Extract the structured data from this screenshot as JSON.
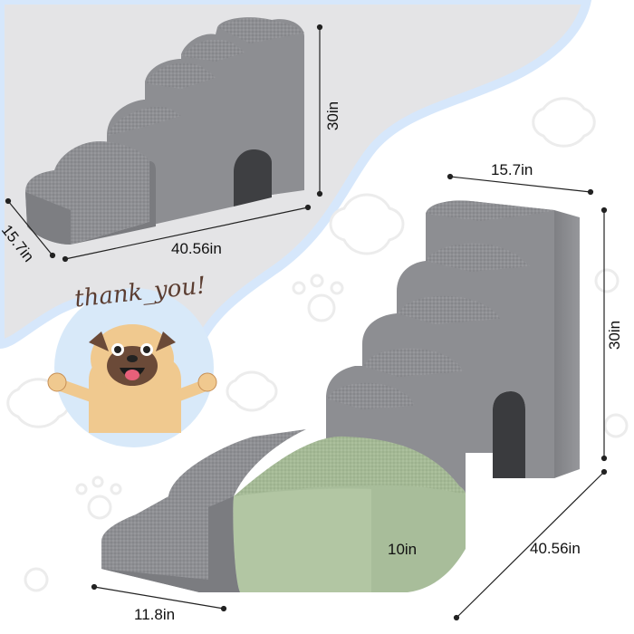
{
  "product_image": {
    "thank_you_text": "thank_you!",
    "dimensions": {
      "small_height": "30in",
      "small_depth": "15.7in",
      "small_length": "40.56in",
      "large_width": "15.7in",
      "large_height": "30in",
      "large_length": "40.56in",
      "ramp_width": "11.8in",
      "block_height": "10in"
    },
    "colors": {
      "background_blob": "#e4e4e6",
      "blob_outline": "#d6e7fb",
      "foam_gray": "#8e8f93",
      "foam_green": "#a8bd9a",
      "pug_fur": "#f0c98f",
      "circle_blue": "#d8e9f9"
    }
  }
}
